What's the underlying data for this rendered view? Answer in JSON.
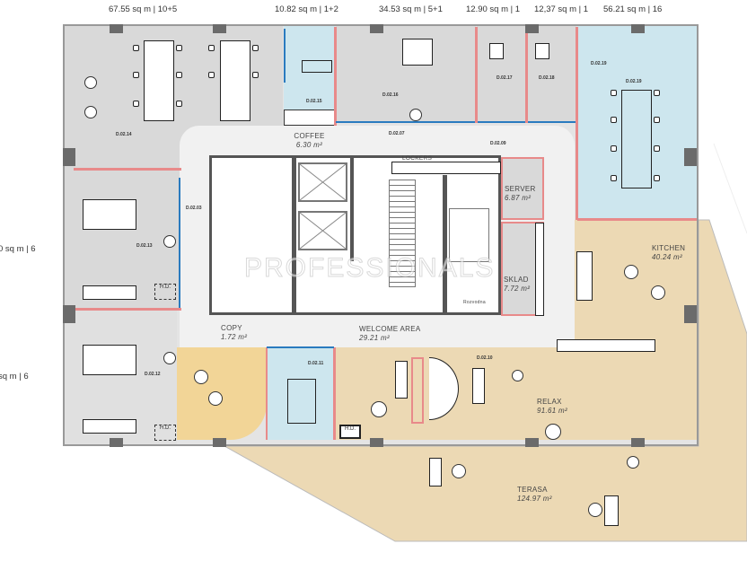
{
  "header_areas": [
    "67.55 sq m | 10+5",
    "10.82 sq m | 1+2",
    "34.53 sq m | 5+1",
    "12.90 sq m | 1",
    "12,37 sq m | 1",
    "56.21 sq m | 16"
  ],
  "side_areas": [
    "0 sq m | 6",
    "sq m | 6"
  ],
  "rooms": {
    "d0214": "D.02.14",
    "d0215": "D.02.15",
    "d0216": "D.02.16",
    "d0217": "D.02.17",
    "d0218": "D.02.18",
    "d0219a": "D.02.19",
    "d0219b": "D.02.19",
    "d0207": "D.02.07",
    "d0209": "D.02.09",
    "d0203": "D.02.03",
    "d0213": "D.02.13",
    "d0212": "D.02.12",
    "d0211": "D.02.11",
    "d0210": "D.02.10"
  },
  "labels": {
    "coffee": "COFFEE",
    "coffee_area": "6.30 m²",
    "server": "SERVER",
    "server_area": "6.87 m²",
    "sklad": "SKLAD",
    "sklad_area": "7.72 m²",
    "kitchen": "KITCHEN",
    "kitchen_area": "40.24 m²",
    "copy": "COPY",
    "copy_area": "1.72 m²",
    "welcome": "WELCOME AREA",
    "welcome_area": "29.21 m²",
    "relax": "RELAX",
    "relax_area": "91.61 m²",
    "terasa": "TERASA",
    "terasa_area": "124.97 m²",
    "lockers": "LOCKERS",
    "rozvodna": "Rozvodna",
    "hd": "H.D."
  },
  "watermark": "PROFESSIONALS",
  "colors": {
    "office": "#d9d9d9",
    "meeting": "#cde6ee",
    "social": "#ecd9b4",
    "copy": "#f2d597",
    "glass": "#2a7bbf",
    "partition": "#e88a8a"
  }
}
